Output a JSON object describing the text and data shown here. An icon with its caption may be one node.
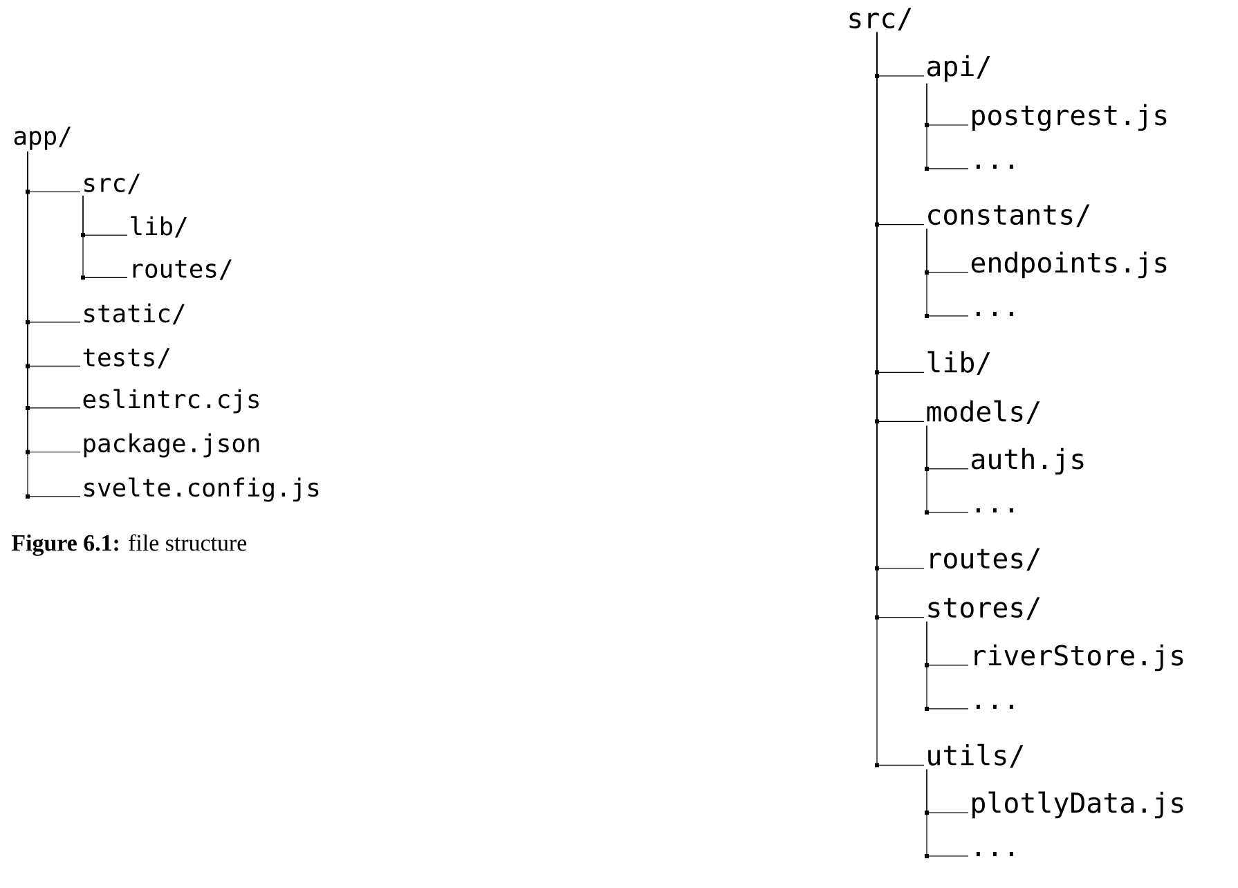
{
  "diagram": {
    "caption": "**Figure 6.1:** file structure",
    "nodes": [
      {
        "text": [
          "app/"
        ]
      },
      {
        "text": [
          "src/"
        ]
      },
      {
        "text": [
          "lib/"
        ]
      },
      {
        "text": [
          "routes/"
        ]
      },
      {
        "text": [
          "static/"
        ]
      },
      {
        "text": [
          "tests/"
        ]
      },
      {
        "text": [
          "eslintrc.cjs"
        ]
      },
      {
        "text": [
          "package.json"
        ]
      },
      {
        "text": [
          "svelte.config.js"
        ]
      },
      {
        "text": [
          "src/"
        ]
      },
      {
        "text": [
          "api/"
        ]
      },
      {
        "text": [
          "postgrest.js"
        ]
      },
      {
        "text": [
          "..."
        ]
      },
      {
        "text": [
          "constants/"
        ]
      },
      {
        "text": [
          "endpoints.js"
        ]
      },
      {
        "text": [
          "..."
        ]
      },
      {
        "text": [
          "lib/"
        ]
      },
      {
        "text": [
          "models/"
        ]
      },
      {
        "text": [
          "auth.js"
        ]
      },
      {
        "text": [
          "..."
        ]
      },
      {
        "text": [
          "routes/"
        ]
      },
      {
        "text": [
          "stores/"
        ]
      },
      {
        "text": [
          "riverStore.js"
        ]
      },
      {
        "text": [
          "..."
        ]
      },
      {
        "text": [
          "utils/"
        ]
      },
      {
        "text": [
          "plotlyData.js"
        ]
      },
      {
        "text": [
          "..."
        ]
      }
    ],
    "edges": [
      {
        "from": 0,
        "to": 1,
        "arrow": "none"
      },
      {
        "from": 1,
        "to": 2,
        "arrow": "none"
      },
      {
        "from": 1,
        "to": 3,
        "arrow": "none"
      },
      {
        "from": 0,
        "to": 4,
        "arrow": "none"
      },
      {
        "from": 0,
        "to": 5,
        "arrow": "none"
      },
      {
        "from": 0,
        "to": 6,
        "arrow": "none"
      },
      {
        "from": 0,
        "to": 7,
        "arrow": "none"
      },
      {
        "from": 0,
        "to": 8,
        "arrow": "none"
      },
      {
        "from": 9,
        "to": 10,
        "arrow": "none"
      },
      {
        "from": 10,
        "to": 11,
        "arrow": "none"
      },
      {
        "from": 10,
        "to": 12,
        "arrow": "none"
      },
      {
        "from": 9,
        "to": 13,
        "arrow": "none"
      },
      {
        "from": 13,
        "to": 14,
        "arrow": "none"
      },
      {
        "from": 13,
        "to": 15,
        "arrow": "none"
      },
      {
        "from": 9,
        "to": 16,
        "arrow": "none"
      },
      {
        "from": 9,
        "to": 17,
        "arrow": "none"
      },
      {
        "from": 17,
        "to": 18,
        "arrow": "none"
      },
      {
        "from": 17,
        "to": 19,
        "arrow": "none"
      },
      {
        "from": 9,
        "to": 20,
        "arrow": "none"
      },
      {
        "from": 9,
        "to": 21,
        "arrow": "none"
      },
      {
        "from": 21,
        "to": 22,
        "arrow": "none"
      },
      {
        "from": 21,
        "to": 23,
        "arrow": "none"
      },
      {
        "from": 9,
        "to": 24,
        "arrow": "none"
      },
      {
        "from": 24,
        "to": 25,
        "arrow": "none"
      },
      {
        "from": 24,
        "to": 26,
        "arrow": "none"
      }
    ]
  }
}
